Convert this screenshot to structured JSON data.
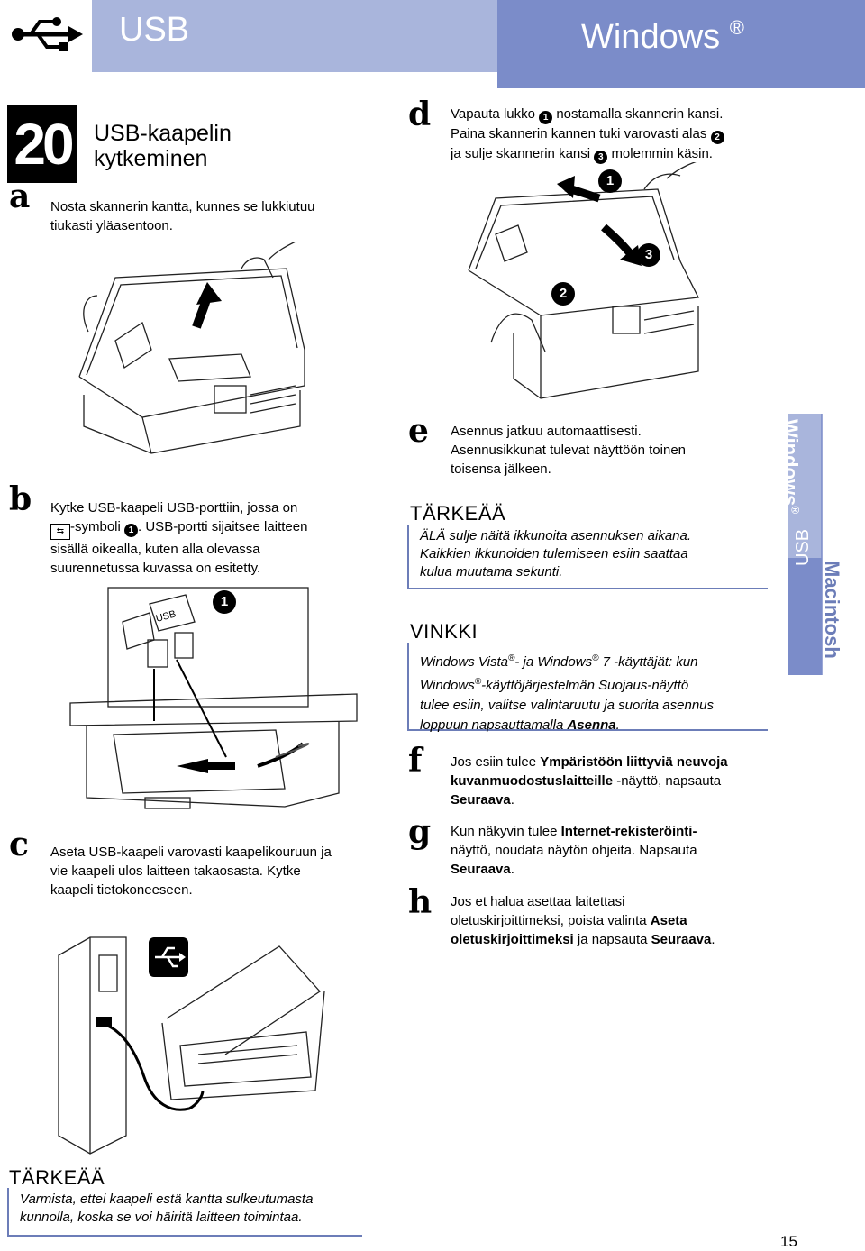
{
  "header": {
    "usb_label": "USB",
    "windows_label": "Windows",
    "reg": "®"
  },
  "step": {
    "number": "20",
    "title_line1": "USB-kaapelin",
    "title_line2": "kytkeminen"
  },
  "a": {
    "letter": "a",
    "line1": "Nosta skannerin kantta, kunnes se lukkiutuu",
    "line2": "tiukasti yläasentoon."
  },
  "b": {
    "letter": "b",
    "line1": "Kytke USB-kaapeli USB-porttiin, jossa on",
    "line2a": "-symboli",
    "callout1": "1",
    "line2b": ". USB-portti sijaitsee laitteen",
    "line3": "sisällä oikealla, kuten alla olevassa",
    "line4": "suurennetussa kuvassa on esitetty."
  },
  "b_illus": {
    "usb_label": "USB",
    "callout": "1"
  },
  "c": {
    "letter": "c",
    "line1": "Aseta USB-kaapeli varovasti kaapelikouruun ja",
    "line2": "vie kaapeli ulos laitteen takaosasta. Kytke",
    "line3": "kaapeli tietokoneeseen."
  },
  "bottom_note": {
    "heading": "TÄRKEÄÄ",
    "line1": "Varmista, ettei kaapeli estä kantta sulkeutumasta",
    "line2": "kunnolla, koska se voi häiritä laitteen toimintaa."
  },
  "d": {
    "letter": "d",
    "line1a": "Vapauta lukko",
    "c1": "1",
    "line1b": "nostamalla skannerin kansi.",
    "line2a": "Paina skannerin kannen tuki varovasti alas",
    "c2": "2",
    "line3a": "ja sulje skannerin kansi",
    "c3": "3",
    "line3b": "molemmin käsin."
  },
  "d_illus": {
    "c1": "1",
    "c2": "2",
    "c3": "3"
  },
  "e": {
    "letter": "e",
    "line1": "Asennus jatkuu automaattisesti.",
    "line2": "Asennusikkunat tulevat näyttöön toinen",
    "line3": "toisensa jälkeen."
  },
  "important": {
    "heading": "TÄRKEÄÄ",
    "line1": "ÄLÄ sulje näitä ikkunoita asennuksen aikana.",
    "line2": "Kaikkien ikkunoiden tulemiseen esiin saattaa",
    "line3": "kulua muutama sekunti."
  },
  "vinkki": {
    "heading": "VINKKI",
    "line1a": "Windows Vista",
    "line1b": "- ja Windows",
    "line1c": " 7 -käyttäjät: kun",
    "line2a": "Windows",
    "line2b": "-käyttöjärjestelmän Suojaus-näyttö",
    "line3": "tulee esiin, valitse valintaruutu ja suorita asennus",
    "line4a": "loppuun napsauttamalla",
    "line4b": "Asenna",
    "line4c": ".",
    "reg": "®"
  },
  "f": {
    "letter": "f",
    "line1a": "Jos esiin tulee",
    "line1b": "Ympäristöön liittyviä neuvoja",
    "line2a": "kuvanmuodostuslaitteille",
    "line2b": "-näyttö, napsauta",
    "line3a": "Seuraava",
    "line3b": "."
  },
  "g": {
    "letter": "g",
    "line1a": "Kun näkyvin tulee",
    "line1b": "Internet-rekisteröinti-",
    "line2": "näyttö, noudata näytön ohjeita. Napsauta",
    "line3a": "Seuraava",
    "line3b": "."
  },
  "h": {
    "letter": "h",
    "line1": "Jos et halua asettaa laitettasi",
    "line2a": "oletuskirjoittimeksi, poista valinta",
    "line2b": "Aseta",
    "line3a": "oletuskirjoittimeksi",
    "line3b": "ja napsauta",
    "line3c": "Seuraava",
    "line3d": "."
  },
  "side_tab": {
    "windows": "Windows",
    "reg": "®",
    "usb": "USB",
    "macintosh": "Macintosh"
  },
  "page_number": "15",
  "colors": {
    "header_light": "#a9b5dc",
    "header_dark": "#7b8cc9",
    "tab_blue": "#6c7db8"
  }
}
